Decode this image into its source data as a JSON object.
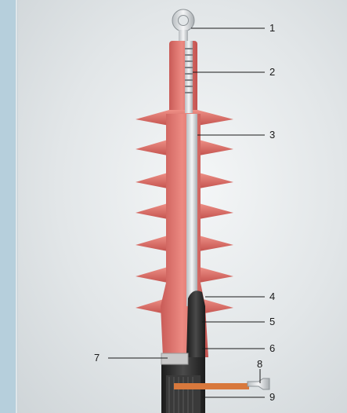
{
  "callouts": {
    "c1": "1",
    "c2": "2",
    "c3": "3",
    "c4": "4",
    "c5": "5",
    "c6": "6",
    "c7": "7",
    "c8": "8",
    "c9": "9"
  },
  "colors": {
    "insulator": "#e0736d",
    "insulator_shadow": "#b8524f",
    "cable_jacket": "#2d2d2d",
    "conductor": "#d9dcdf",
    "copper": "#d8783c"
  }
}
